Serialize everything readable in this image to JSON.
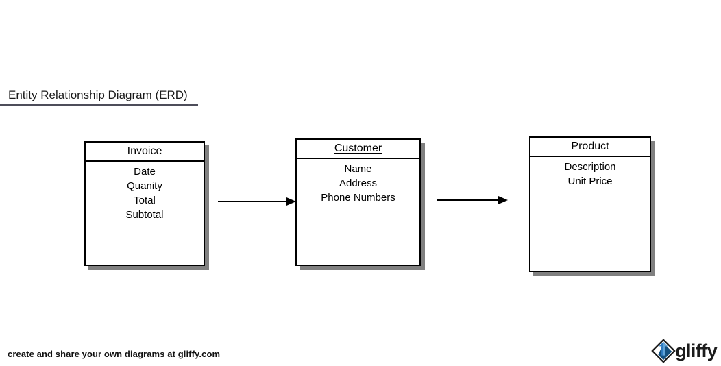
{
  "diagram": {
    "title": "Entity Relationship Diagram (ERD)",
    "entities": [
      {
        "name": "Invoice",
        "attributes": [
          "Date",
          "Quanity",
          "Total",
          "Subtotal"
        ]
      },
      {
        "name": "Customer",
        "attributes": [
          "Name",
          "Address",
          "Phone Numbers"
        ]
      },
      {
        "name": "Product",
        "attributes": [
          "Description",
          "Unit Price"
        ]
      }
    ],
    "connectors": [
      {
        "from": "Invoice",
        "to": "Customer",
        "style": "solid-arrow"
      },
      {
        "from": "Customer",
        "to": "Product",
        "style": "solid-arrow"
      }
    ]
  },
  "footer": {
    "tagline": "create and share your own diagrams at gliffy.com",
    "brand": "gliffy",
    "logo_icon": "gliffy-diamond-arrow-icon"
  },
  "colors": {
    "stroke": "#000000",
    "shadow": "#808080",
    "title_rule": "#4d4d5a",
    "logo_blue": "#2e7cc3",
    "logo_blue_dark": "#14507f",
    "paper": "#ffffff"
  }
}
